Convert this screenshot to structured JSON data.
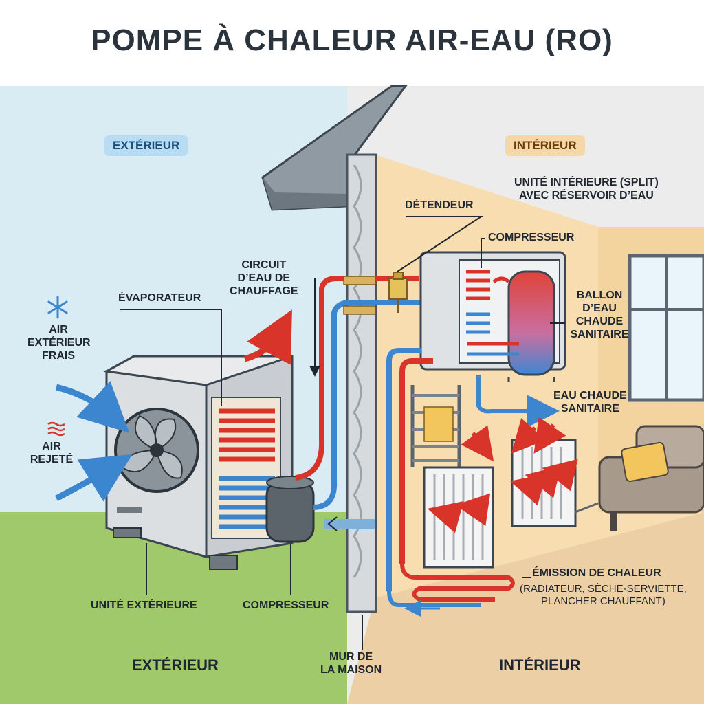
{
  "title": "POMPE À CHALEUR AIR-EAU (RO)",
  "zones": {
    "outside_badge": "EXTÉRIEUR",
    "inside_badge": "INTÉRIEUR",
    "outside_footer": "EXTÉRIEUR",
    "inside_footer": "INTÉRIEUR"
  },
  "labels": {
    "air_frais": "AIR\nEXTÉRIEUR\nFRAIS",
    "air_rejete": "AIR\nREJETÉ",
    "evaporateur": "ÉVAPORATEUR",
    "circuit_eau": "CIRCUIT\nD’EAU DE\nCHAUFFAGE",
    "unite_exterieure": "UNITÉ EXTÉRIEURE",
    "compresseur_ext": "COMPRESSEUR",
    "mur": "MUR DE\nLA MAISON",
    "detendeur": "DÉTENDEUR",
    "unite_interieure": "UNITÉ INTÉRIEURE (SPLIT)\nAVEC RÉSERVOIR D’EAU",
    "compresseur_int": "COMPRESSEUR",
    "ballon": "BALLON\nD’EAU\nCHAUDE\nSANITAIRE",
    "eau_chaude": "EAU CHAUDE\nSANITAIRE",
    "emission_title": "ÉMISSION DE CHALEUR",
    "emission_detail": "(RADIATEUR, SÈCHE-SERVIETTE,\nPLANCHER CHAUFFANT)"
  },
  "colors": {
    "sky": "#d9ecf4",
    "grass": "#9fc96b",
    "wall": "#f7ddb0",
    "floor": "#eccfa4",
    "hot_pipe": "#d8342a",
    "cold_pipe": "#3b86cf",
    "unit_grey": "#c9cdd1"
  },
  "icons": {
    "cold": "snowflake-icon",
    "hot": "heat-waves-icon"
  }
}
